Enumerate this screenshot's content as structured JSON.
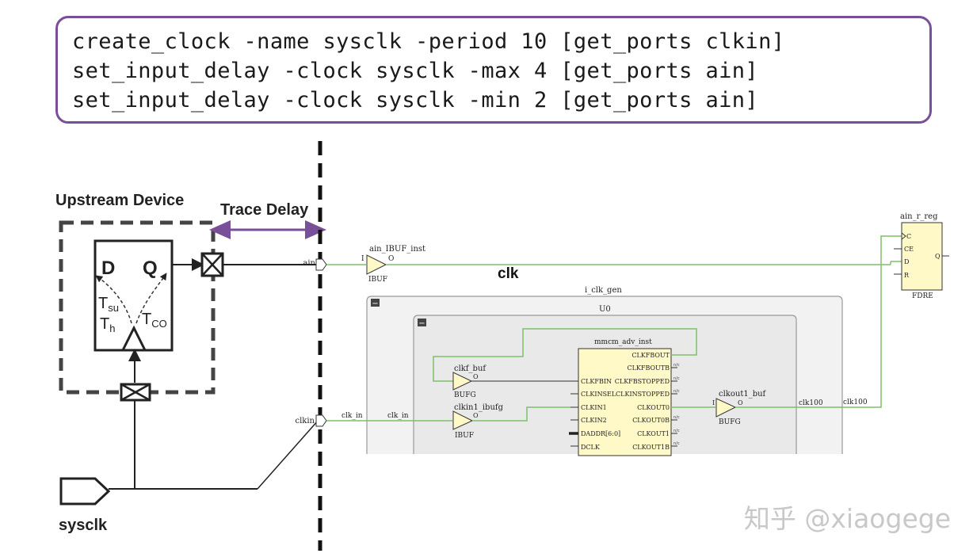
{
  "code": {
    "lines": [
      "create_clock -name sysclk -period 10 [get_ports clkin]",
      "set_input_delay -clock sysclk -max 4 [get_ports ain]",
      "set_input_delay -clock sysclk -min 2 [get_ports ain]"
    ]
  },
  "upstream": {
    "title": "Upstream Device",
    "trace_delay": "Trace Delay",
    "ff_d": "D",
    "ff_q": "Q",
    "tsu_main": "T",
    "tsu_sub": "su",
    "th_main": "T",
    "th_sub": "h",
    "tco_main": "T",
    "tco_sub": "CO",
    "sysclk": "sysclk"
  },
  "schematic": {
    "port_ain": "ain",
    "port_clkin": "clkin",
    "ain_ibuf_inst": "ain_IBUF_inst",
    "ibuf_i": "I",
    "ibuf_o": "O",
    "ibuf_label": "IBUF",
    "clk_label": "clk",
    "i_clk_gen": "i_clk_gen",
    "u0": "U0",
    "mmcm_inst": "mmcm_adv_inst",
    "clkf_buf": "clkf_buf",
    "bufg": "BUFG",
    "clkin1_ibufg": "clkin1_ibufg",
    "clkout1_buf": "clkout1_buf",
    "clk_in": "clk_in",
    "clk100": "clk100",
    "mmcm_left_pins": [
      "CLKFBIN",
      "CLKINSEL",
      "CLKIN1",
      "CLKIN2",
      "DADDR[6:0]",
      "DCLK"
    ],
    "mmcm_right_pins": [
      "CLKFBOUT",
      "CLKFBOUTB",
      "CLKFBSTOPPED",
      "CLKINSTOPPED",
      "CLKOUT0",
      "CLKOUT0B",
      "CLKOUT1",
      "CLKOUT1B"
    ],
    "nc": "n/c",
    "reg_name": "ain_r_reg",
    "reg_pins": [
      "C",
      "CE",
      "D",
      "R"
    ],
    "reg_q": "Q",
    "reg_type": "FDRE",
    "collapse": "−"
  },
  "watermark": "知乎 @xiaogege",
  "colors": {
    "accent": "#7a4f9a",
    "wire": "#7dc06a",
    "buffer": "#fff9c8"
  }
}
